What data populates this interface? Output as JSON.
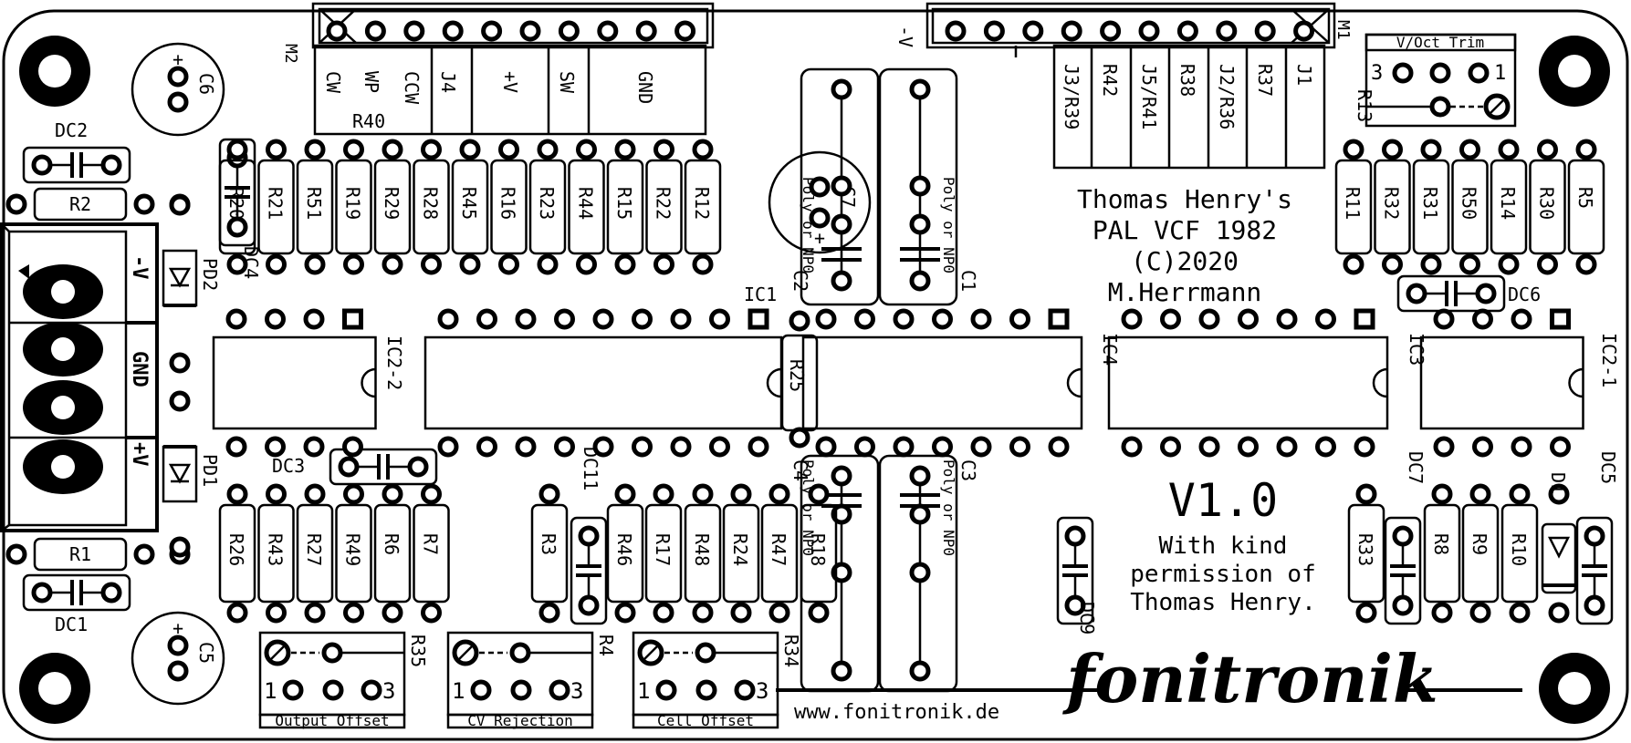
{
  "board": {
    "title_lines": [
      "Thomas Henry's",
      "PAL VCF 1982",
      "(C)2020",
      "M.Herrmann"
    ],
    "version": "V1.0",
    "permission_lines": [
      "With kind",
      "permission of",
      "Thomas Henry."
    ],
    "url": "www.fonitronik.de",
    "brand": "fonitronik"
  },
  "connectors": {
    "m2": {
      "ref": "M2",
      "pins": [
        "CW",
        "WP",
        "CCW",
        "J4",
        "+V",
        "SW",
        "GND"
      ],
      "sub": "R40"
    },
    "m1": {
      "ref": "M1",
      "pins": [
        "J3/R39",
        "R42",
        "J5/R41",
        "R38",
        "J2/R36",
        "R37",
        "J1"
      ],
      "side": "-V"
    },
    "power": {
      "labels": [
        "-V",
        "GND",
        "+V"
      ]
    }
  },
  "resistors": {
    "top_left": [
      "R20",
      "R21",
      "R51",
      "R19",
      "R29",
      "R28",
      "R45",
      "R16",
      "R23",
      "R44",
      "R15",
      "R22",
      "R12"
    ],
    "top_right": [
      "R11",
      "R32",
      "R31",
      "R50",
      "R14",
      "R30",
      "R5"
    ],
    "bottom_left": [
      "R26",
      "R43",
      "R27",
      "R49",
      "R6",
      "R7"
    ],
    "bottom_mid": [
      "R3",
      "R46",
      "R17",
      "R48",
      "R24",
      "R47",
      "R18"
    ],
    "bottom_right": [
      "R33",
      "R8",
      "R9",
      "R10"
    ],
    "horizontal": [
      "R2",
      "R1"
    ],
    "vertical_mid": "R25"
  },
  "ics": [
    "IC1",
    "IC2-2",
    "IC4",
    "IC3",
    "IC2-1"
  ],
  "caps_dc": [
    "DC1",
    "DC2",
    "DC3",
    "DC4",
    "DC5",
    "DC6",
    "DC7",
    "DC9",
    "DC11"
  ],
  "caps_film": {
    "refs": [
      "C1",
      "C2",
      "C3",
      "C4"
    ],
    "note": "Poly or NP0"
  },
  "caps_elec": [
    "C5",
    "C6",
    "C7"
  ],
  "diodes": [
    "PD1",
    "PD2",
    "D1"
  ],
  "trimmers": [
    {
      "ref": "R35",
      "caption": "Output Offset",
      "pin_a": "1",
      "pin_b": "3"
    },
    {
      "ref": "R4",
      "caption": "CV Rejection",
      "pin_a": "1",
      "pin_b": "3"
    },
    {
      "ref": "R34",
      "caption": "Cell Offset",
      "pin_a": "1",
      "pin_b": "3"
    },
    {
      "ref": "R13",
      "caption": "V/Oct Trim",
      "pin_a": "3",
      "pin_b": "1"
    }
  ]
}
